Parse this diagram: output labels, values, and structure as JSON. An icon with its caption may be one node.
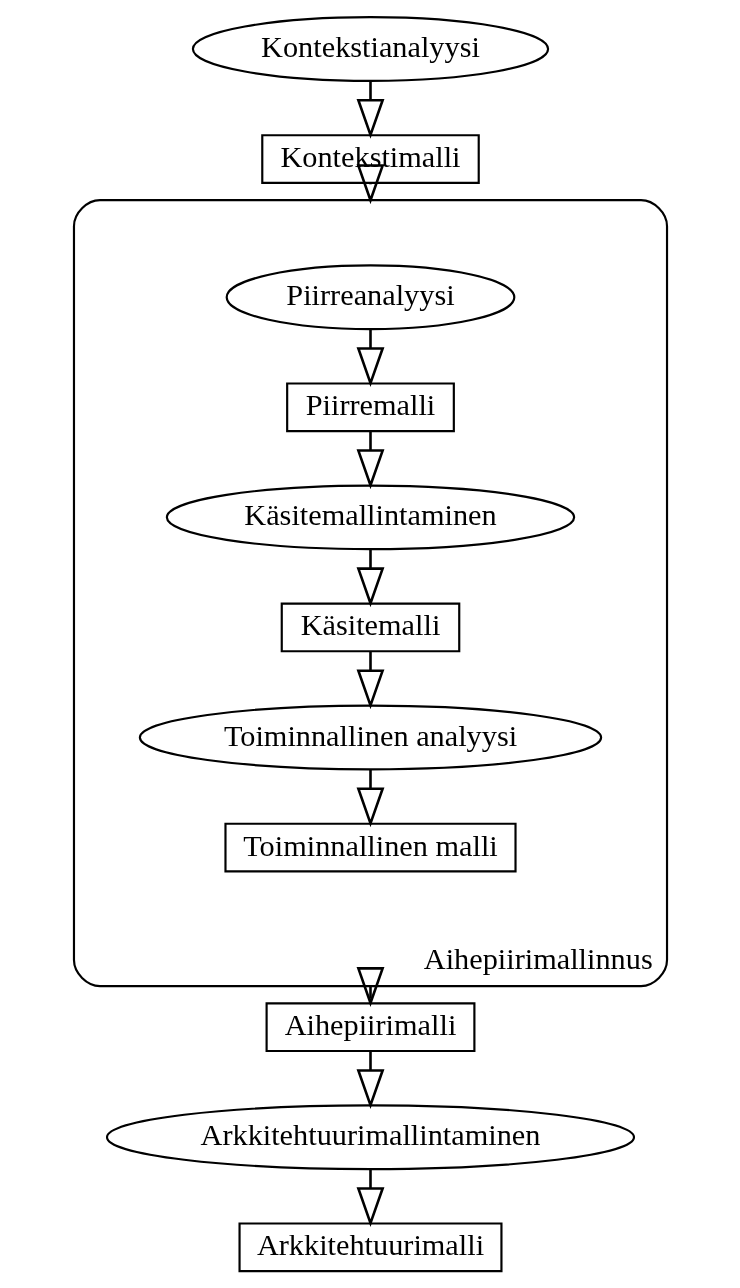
{
  "diagram": {
    "nodes": [
      {
        "text": [
          "Kontekstianalyysi"
        ]
      },
      {
        "text": [
          "Kontekstimalli"
        ]
      },
      {
        "text": [
          "Aihepiirimallinnus"
        ]
      },
      {
        "text": [
          "Piirreanalyysi"
        ],
        "in": 2
      },
      {
        "text": [
          "Piirremalli"
        ],
        "in": 2
      },
      {
        "text": [
          "Käsitemallintaminen"
        ],
        "in": 2
      },
      {
        "text": [
          "Käsitemalli"
        ],
        "in": 2
      },
      {
        "text": [
          "Toiminnallinen analyysi"
        ],
        "in": 2
      },
      {
        "text": [
          "Toiminnallinen malli"
        ],
        "in": 2
      },
      {
        "text": [
          "Aihepiirimalli"
        ]
      },
      {
        "text": [
          "Arkkitehtuurimallintaminen"
        ]
      },
      {
        "text": [
          "Arkkitehtuurimalli"
        ]
      }
    ],
    "edges": [
      {
        "from": 0,
        "to": 1,
        "arrow": "to"
      },
      {
        "from": 1,
        "to": 2,
        "arrow": "to"
      },
      {
        "from": 3,
        "to": 4,
        "arrow": "to"
      },
      {
        "from": 4,
        "to": 5,
        "arrow": "to"
      },
      {
        "from": 5,
        "to": 6,
        "arrow": "to"
      },
      {
        "from": 6,
        "to": 7,
        "arrow": "to"
      },
      {
        "from": 7,
        "to": 8,
        "arrow": "to"
      },
      {
        "from": 2,
        "to": 9,
        "arrow": "to"
      },
      {
        "from": 9,
        "to": 10,
        "arrow": "to"
      },
      {
        "from": 10,
        "to": 11,
        "arrow": "to"
      }
    ]
  }
}
